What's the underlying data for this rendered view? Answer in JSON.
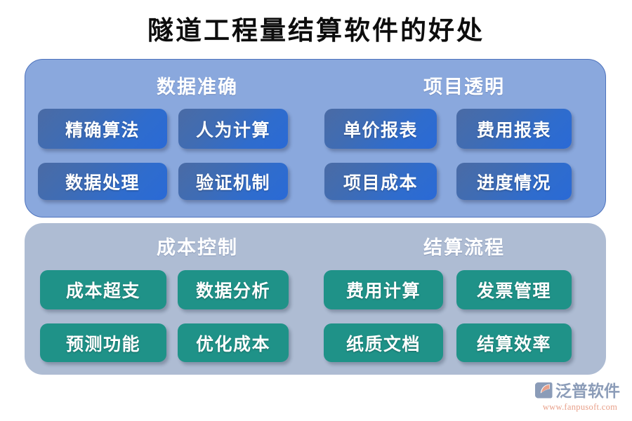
{
  "page": {
    "title": "隧道工程量结算软件的好处",
    "background": "#ffffff"
  },
  "colors": {
    "title_text": "#0d0d0d",
    "panel_blue_bg": "#8aa8dd",
    "panel_blue_border": "#4e73bd",
    "panel_gray_bg": "#aebcd3",
    "card_blue_from": "#4a6ba5",
    "card_blue_to": "#2a6ad6",
    "card_green": "#1f9288",
    "card_text": "#ffffff",
    "logo_word": "#8b9cb8",
    "logo_url": "#e8a08a",
    "logo_mark_blue": "#8b9cb8",
    "logo_mark_salmon": "#e8a08a"
  },
  "panels": [
    {
      "id": "panel-blue",
      "theme": "blue",
      "sections": [
        {
          "heading": "数据准确",
          "cards": [
            {
              "label": "精确算法"
            },
            {
              "label": "人为计算"
            },
            {
              "label": "数据处理"
            },
            {
              "label": "验证机制"
            }
          ]
        },
        {
          "heading": "项目透明",
          "cards": [
            {
              "label": "单价报表"
            },
            {
              "label": "费用报表"
            },
            {
              "label": "项目成本"
            },
            {
              "label": "进度情况"
            }
          ]
        }
      ]
    },
    {
      "id": "panel-gray",
      "theme": "green",
      "sections": [
        {
          "heading": "成本控制",
          "cards": [
            {
              "label": "成本超支"
            },
            {
              "label": "数据分析"
            },
            {
              "label": "预测功能"
            },
            {
              "label": "优化成本"
            }
          ]
        },
        {
          "heading": "结算流程",
          "cards": [
            {
              "label": "费用计算"
            },
            {
              "label": "发票管理"
            },
            {
              "label": "纸质文档"
            },
            {
              "label": "结算效率"
            }
          ]
        }
      ]
    }
  ],
  "logo": {
    "brand": "泛普软件",
    "url": "www.fanpusoft.com",
    "mark_name": "fanpu-swirl-logo-icon"
  }
}
